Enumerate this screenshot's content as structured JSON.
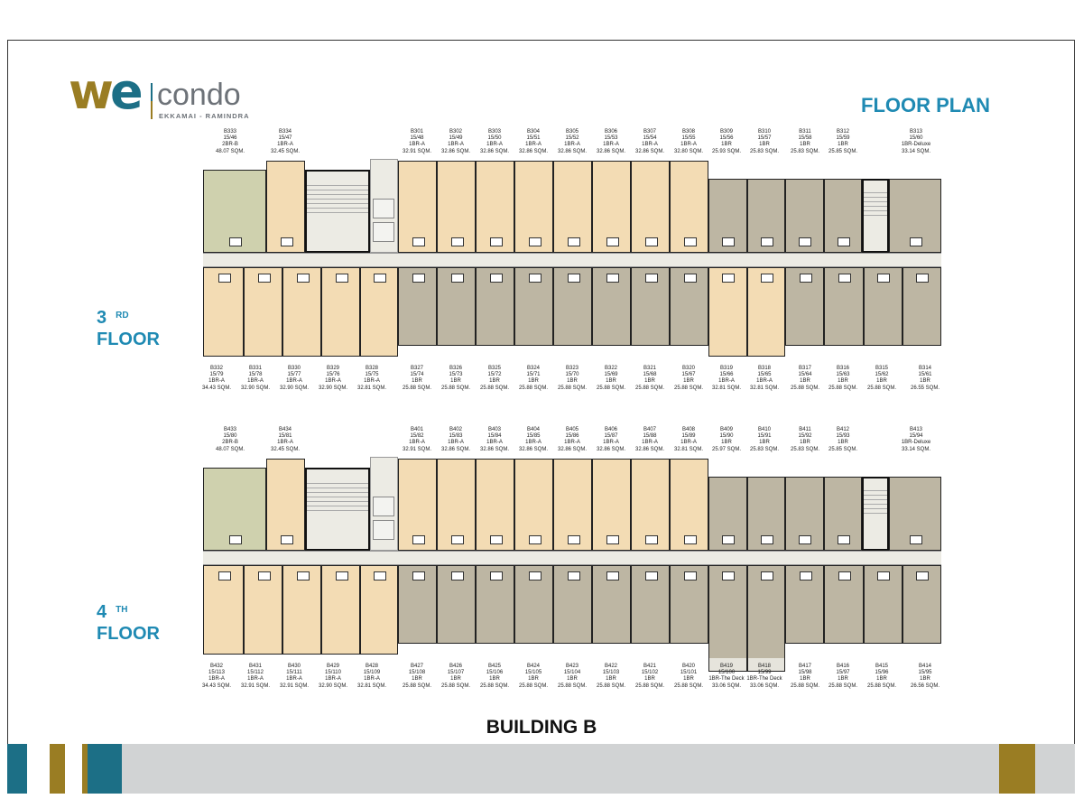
{
  "logo": {
    "we": "we",
    "condo": "condo",
    "subtitle": "EKKAMAI - RAMINDRA"
  },
  "title": "FLOOR PLAN",
  "building": "BUILDING B",
  "colors": {
    "accent": "#1f8ab3",
    "gold": "#9a7d23",
    "teal": "#1c6f86",
    "2BR-B": "#cfd1ae",
    "1BR-A": "#f3dcb4",
    "1BR": "#bdb6a3",
    "1BR-Deluxe": "#bdb6a3",
    "1BR-The Deck": "#bdb6a3",
    "corridor": "#ecebe4"
  },
  "floors": [
    {
      "num": "3",
      "suffix": "RD",
      "label": "FLOOR",
      "top": [
        {
          "id": "B333",
          "code": "15/46",
          "type": "2BR-B",
          "area": "48.07 SQM."
        },
        {
          "id": "B334",
          "code": "15/47",
          "type": "1BR-A",
          "area": "32.45 SQM."
        },
        {
          "id": "B301",
          "code": "15/48",
          "type": "1BR-A",
          "area": "32.91 SQM."
        },
        {
          "id": "B302",
          "code": "15/49",
          "type": "1BR-A",
          "area": "32.86 SQM."
        },
        {
          "id": "B303",
          "code": "15/50",
          "type": "1BR-A",
          "area": "32.86 SQM."
        },
        {
          "id": "B304",
          "code": "15/51",
          "type": "1BR-A",
          "area": "32.86 SQM."
        },
        {
          "id": "B305",
          "code": "15/52",
          "type": "1BR-A",
          "area": "32.86 SQM."
        },
        {
          "id": "B306",
          "code": "15/53",
          "type": "1BR-A",
          "area": "32.86 SQM."
        },
        {
          "id": "B307",
          "code": "15/54",
          "type": "1BR-A",
          "area": "32.86 SQM."
        },
        {
          "id": "B308",
          "code": "15/55",
          "type": "1BR-A",
          "area": "32.80 SQM."
        },
        {
          "id": "B309",
          "code": "15/56",
          "type": "1BR",
          "area": "25.93 SQM."
        },
        {
          "id": "B310",
          "code": "15/57",
          "type": "1BR",
          "area": "25.83 SQM."
        },
        {
          "id": "B311",
          "code": "15/58",
          "type": "1BR",
          "area": "25.83 SQM."
        },
        {
          "id": "B312",
          "code": "15/59",
          "type": "1BR",
          "area": "25.85 SQM."
        },
        {
          "id": "B313",
          "code": "15/60",
          "type": "1BR-Deluxe",
          "area": "33.14 SQM."
        }
      ],
      "bottom": [
        {
          "id": "B332",
          "code": "15/79",
          "type": "1BR-A",
          "area": "34.43 SQM."
        },
        {
          "id": "B331",
          "code": "15/78",
          "type": "1BR-A",
          "area": "32.90 SQM."
        },
        {
          "id": "B330",
          "code": "15/77",
          "type": "1BR-A",
          "area": "32.90 SQM."
        },
        {
          "id": "B329",
          "code": "15/76",
          "type": "1BR-A",
          "area": "32.90 SQM."
        },
        {
          "id": "B328",
          "code": "15/75",
          "type": "1BR-A",
          "area": "32.81 SQM."
        },
        {
          "id": "B327",
          "code": "15/74",
          "type": "1BR",
          "area": "25.88 SQM."
        },
        {
          "id": "B326",
          "code": "15/73",
          "type": "1BR",
          "area": "25.88 SQM."
        },
        {
          "id": "B325",
          "code": "15/72",
          "type": "1BR",
          "area": "25.88 SQM."
        },
        {
          "id": "B324",
          "code": "15/71",
          "type": "1BR",
          "area": "25.88 SQM."
        },
        {
          "id": "B323",
          "code": "15/70",
          "type": "1BR",
          "area": "25.88 SQM."
        },
        {
          "id": "B322",
          "code": "15/69",
          "type": "1BR",
          "area": "25.88 SQM."
        },
        {
          "id": "B321",
          "code": "15/68",
          "type": "1BR",
          "area": "25.88 SQM."
        },
        {
          "id": "B320",
          "code": "15/67",
          "type": "1BR",
          "area": "25.88 SQM."
        },
        {
          "id": "B319",
          "code": "15/66",
          "type": "1BR-A",
          "area": "32.81 SQM."
        },
        {
          "id": "B318",
          "code": "15/65",
          "type": "1BR-A",
          "area": "32.81 SQM."
        },
        {
          "id": "B317",
          "code": "15/64",
          "type": "1BR",
          "area": "25.88 SQM."
        },
        {
          "id": "B316",
          "code": "15/63",
          "type": "1BR",
          "area": "25.88 SQM."
        },
        {
          "id": "B315",
          "code": "15/62",
          "type": "1BR",
          "area": "25.88 SQM."
        },
        {
          "id": "B314",
          "code": "15/61",
          "type": "1BR",
          "area": "26.55 SQM."
        }
      ]
    },
    {
      "num": "4",
      "suffix": "TH",
      "label": "FLOOR",
      "top": [
        {
          "id": "B433",
          "code": "15/80",
          "type": "2BR-B",
          "area": "48.07 SQM."
        },
        {
          "id": "B434",
          "code": "15/81",
          "type": "1BR-A",
          "area": "32.45 SQM."
        },
        {
          "id": "B401",
          "code": "15/82",
          "type": "1BR-A",
          "area": "32.91 SQM."
        },
        {
          "id": "B402",
          "code": "15/83",
          "type": "1BR-A",
          "area": "32.86 SQM."
        },
        {
          "id": "B403",
          "code": "15/84",
          "type": "1BR-A",
          "area": "32.86 SQM."
        },
        {
          "id": "B404",
          "code": "15/85",
          "type": "1BR-A",
          "area": "32.86 SQM."
        },
        {
          "id": "B405",
          "code": "15/86",
          "type": "1BR-A",
          "area": "32.86 SQM."
        },
        {
          "id": "B406",
          "code": "15/87",
          "type": "1BR-A",
          "area": "32.86 SQM."
        },
        {
          "id": "B407",
          "code": "15/88",
          "type": "1BR-A",
          "area": "32.86 SQM."
        },
        {
          "id": "B408",
          "code": "15/89",
          "type": "1BR-A",
          "area": "32.81 SQM."
        },
        {
          "id": "B409",
          "code": "15/90",
          "type": "1BR",
          "area": "25.97 SQM."
        },
        {
          "id": "B410",
          "code": "15/91",
          "type": "1BR",
          "area": "25.83 SQM."
        },
        {
          "id": "B411",
          "code": "15/92",
          "type": "1BR",
          "area": "25.83 SQM."
        },
        {
          "id": "B412",
          "code": "15/93",
          "type": "1BR",
          "area": "25.85 SQM."
        },
        {
          "id": "B413",
          "code": "15/94",
          "type": "1BR-Deluxe",
          "area": "33.14 SQM."
        }
      ],
      "bottom": [
        {
          "id": "B432",
          "code": "15/113",
          "type": "1BR-A",
          "area": "34.43 SQM."
        },
        {
          "id": "B431",
          "code": "15/112",
          "type": "1BR-A",
          "area": "32.91 SQM."
        },
        {
          "id": "B430",
          "code": "15/111",
          "type": "1BR-A",
          "area": "32.91 SQM."
        },
        {
          "id": "B429",
          "code": "15/110",
          "type": "1BR-A",
          "area": "32.90 SQM."
        },
        {
          "id": "B428",
          "code": "15/109",
          "type": "1BR-A",
          "area": "32.81 SQM."
        },
        {
          "id": "B427",
          "code": "15/108",
          "type": "1BR",
          "area": "25.88 SQM."
        },
        {
          "id": "B426",
          "code": "15/107",
          "type": "1BR",
          "area": "25.88 SQM."
        },
        {
          "id": "B425",
          "code": "15/106",
          "type": "1BR",
          "area": "25.88 SQM."
        },
        {
          "id": "B424",
          "code": "15/105",
          "type": "1BR",
          "area": "25.88 SQM."
        },
        {
          "id": "B423",
          "code": "15/104",
          "type": "1BR",
          "area": "25.88 SQM."
        },
        {
          "id": "B422",
          "code": "15/103",
          "type": "1BR",
          "area": "25.88 SQM."
        },
        {
          "id": "B421",
          "code": "15/102",
          "type": "1BR",
          "area": "25.88 SQM."
        },
        {
          "id": "B420",
          "code": "15/101",
          "type": "1BR",
          "area": "25.88 SQM."
        },
        {
          "id": "B419",
          "code": "15/100",
          "type": "1BR-The Deck",
          "area": "33.06 SQM."
        },
        {
          "id": "B418",
          "code": "15/99",
          "type": "1BR-The Deck",
          "area": "33.06 SQM."
        },
        {
          "id": "B417",
          "code": "15/98",
          "type": "1BR",
          "area": "25.88 SQM."
        },
        {
          "id": "B416",
          "code": "15/97",
          "type": "1BR",
          "area": "25.88 SQM."
        },
        {
          "id": "B415",
          "code": "15/96",
          "type": "1BR",
          "area": "25.88 SQM."
        },
        {
          "id": "B414",
          "code": "15/95",
          "type": "1BR",
          "area": "26.56 SQM."
        }
      ]
    }
  ]
}
